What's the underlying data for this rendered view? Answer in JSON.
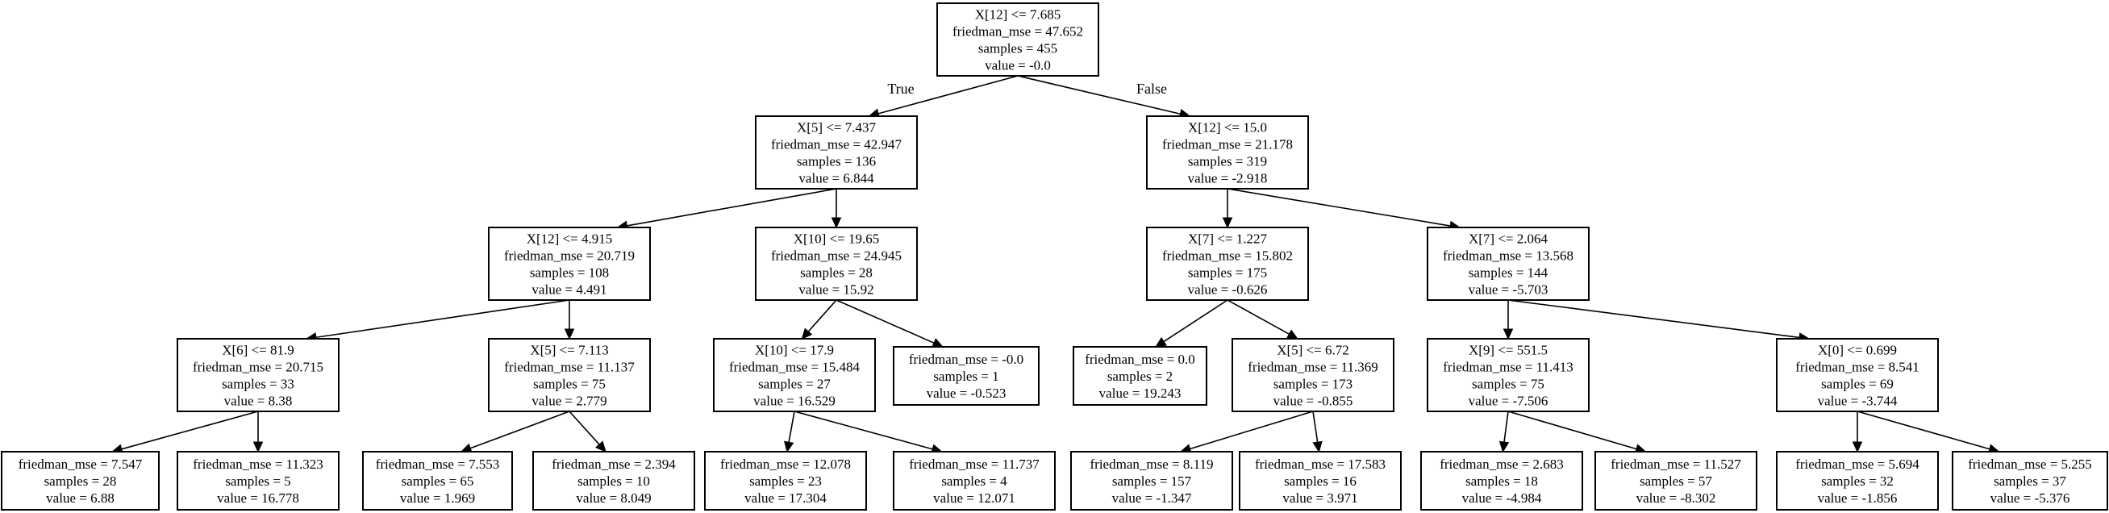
{
  "nodes": {
    "n0": {
      "lines": [
        "X[12] <= 7.685",
        "friedman_mse = 47.652",
        "samples = 455",
        "value = -0.0"
      ]
    },
    "n1": {
      "lines": [
        "X[5] <= 7.437",
        "friedman_mse = 42.947",
        "samples = 136",
        "value = 6.844"
      ]
    },
    "n2": {
      "lines": [
        "X[12] <= 15.0",
        "friedman_mse = 21.178",
        "samples = 319",
        "value = -2.918"
      ]
    },
    "n3": {
      "lines": [
        "X[12] <= 4.915",
        "friedman_mse = 20.719",
        "samples = 108",
        "value = 4.491"
      ]
    },
    "n4": {
      "lines": [
        "X[10] <= 19.65",
        "friedman_mse = 24.945",
        "samples = 28",
        "value = 15.92"
      ]
    },
    "n5": {
      "lines": [
        "X[7] <= 1.227",
        "friedman_mse = 15.802",
        "samples = 175",
        "value = -0.626"
      ]
    },
    "n6": {
      "lines": [
        "X[7] <= 2.064",
        "friedman_mse = 13.568",
        "samples = 144",
        "value = -5.703"
      ]
    },
    "n7": {
      "lines": [
        "X[6] <= 81.9",
        "friedman_mse = 20.715",
        "samples = 33",
        "value = 8.38"
      ]
    },
    "n8": {
      "lines": [
        "X[5] <= 7.113",
        "friedman_mse = 11.137",
        "samples = 75",
        "value = 2.779"
      ]
    },
    "n9": {
      "lines": [
        "X[10] <= 17.9",
        "friedman_mse = 15.484",
        "samples = 27",
        "value = 16.529"
      ]
    },
    "n10": {
      "lines": [
        "friedman_mse = -0.0",
        "samples = 1",
        "value = -0.523"
      ]
    },
    "n11": {
      "lines": [
        "friedman_mse = 0.0",
        "samples = 2",
        "value = 19.243"
      ]
    },
    "n12": {
      "lines": [
        "X[5] <= 6.72",
        "friedman_mse = 11.369",
        "samples = 173",
        "value = -0.855"
      ]
    },
    "n13": {
      "lines": [
        "X[9] <= 551.5",
        "friedman_mse = 11.413",
        "samples = 75",
        "value = -7.506"
      ]
    },
    "n14": {
      "lines": [
        "X[0] <= 0.699",
        "friedman_mse = 8.541",
        "samples = 69",
        "value = -3.744"
      ]
    },
    "n15": {
      "lines": [
        "friedman_mse = 7.547",
        "samples = 28",
        "value = 6.88"
      ]
    },
    "n16": {
      "lines": [
        "friedman_mse = 11.323",
        "samples = 5",
        "value = 16.778"
      ]
    },
    "n17": {
      "lines": [
        "friedman_mse = 7.553",
        "samples = 65",
        "value = 1.969"
      ]
    },
    "n18": {
      "lines": [
        "friedman_mse = 2.394",
        "samples = 10",
        "value = 8.049"
      ]
    },
    "n19": {
      "lines": [
        "friedman_mse = 12.078",
        "samples = 23",
        "value = 17.304"
      ]
    },
    "n20": {
      "lines": [
        "friedman_mse = 11.737",
        "samples = 4",
        "value = 12.071"
      ]
    },
    "n21": {
      "lines": [
        "friedman_mse = 8.119",
        "samples = 157",
        "value = -1.347"
      ]
    },
    "n22": {
      "lines": [
        "friedman_mse = 17.583",
        "samples = 16",
        "value = 3.971"
      ]
    },
    "n23": {
      "lines": [
        "friedman_mse = 2.683",
        "samples = 18",
        "value = -4.984"
      ]
    },
    "n24": {
      "lines": [
        "friedman_mse = 11.527",
        "samples = 57",
        "value = -8.302"
      ]
    },
    "n25": {
      "lines": [
        "friedman_mse = 5.694",
        "samples = 32",
        "value = -1.856"
      ]
    },
    "n26": {
      "lines": [
        "friedman_mse = 5.255",
        "samples = 37",
        "value = -5.376"
      ]
    }
  },
  "edges": [
    {
      "from": "n0",
      "to": "n1",
      "label": "True"
    },
    {
      "from": "n0",
      "to": "n2",
      "label": "False"
    },
    {
      "from": "n1",
      "to": "n3"
    },
    {
      "from": "n1",
      "to": "n4"
    },
    {
      "from": "n2",
      "to": "n5"
    },
    {
      "from": "n2",
      "to": "n6"
    },
    {
      "from": "n3",
      "to": "n7"
    },
    {
      "from": "n3",
      "to": "n8"
    },
    {
      "from": "n4",
      "to": "n9"
    },
    {
      "from": "n4",
      "to": "n10"
    },
    {
      "from": "n5",
      "to": "n11"
    },
    {
      "from": "n5",
      "to": "n12"
    },
    {
      "from": "n6",
      "to": "n13"
    },
    {
      "from": "n6",
      "to": "n14"
    },
    {
      "from": "n7",
      "to": "n15"
    },
    {
      "from": "n7",
      "to": "n16"
    },
    {
      "from": "n8",
      "to": "n17"
    },
    {
      "from": "n8",
      "to": "n18"
    },
    {
      "from": "n9",
      "to": "n19"
    },
    {
      "from": "n9",
      "to": "n20"
    },
    {
      "from": "n12",
      "to": "n21"
    },
    {
      "from": "n12",
      "to": "n22"
    },
    {
      "from": "n13",
      "to": "n23"
    },
    {
      "from": "n13",
      "to": "n24"
    },
    {
      "from": "n14",
      "to": "n25"
    },
    {
      "from": "n14",
      "to": "n26"
    }
  ]
}
